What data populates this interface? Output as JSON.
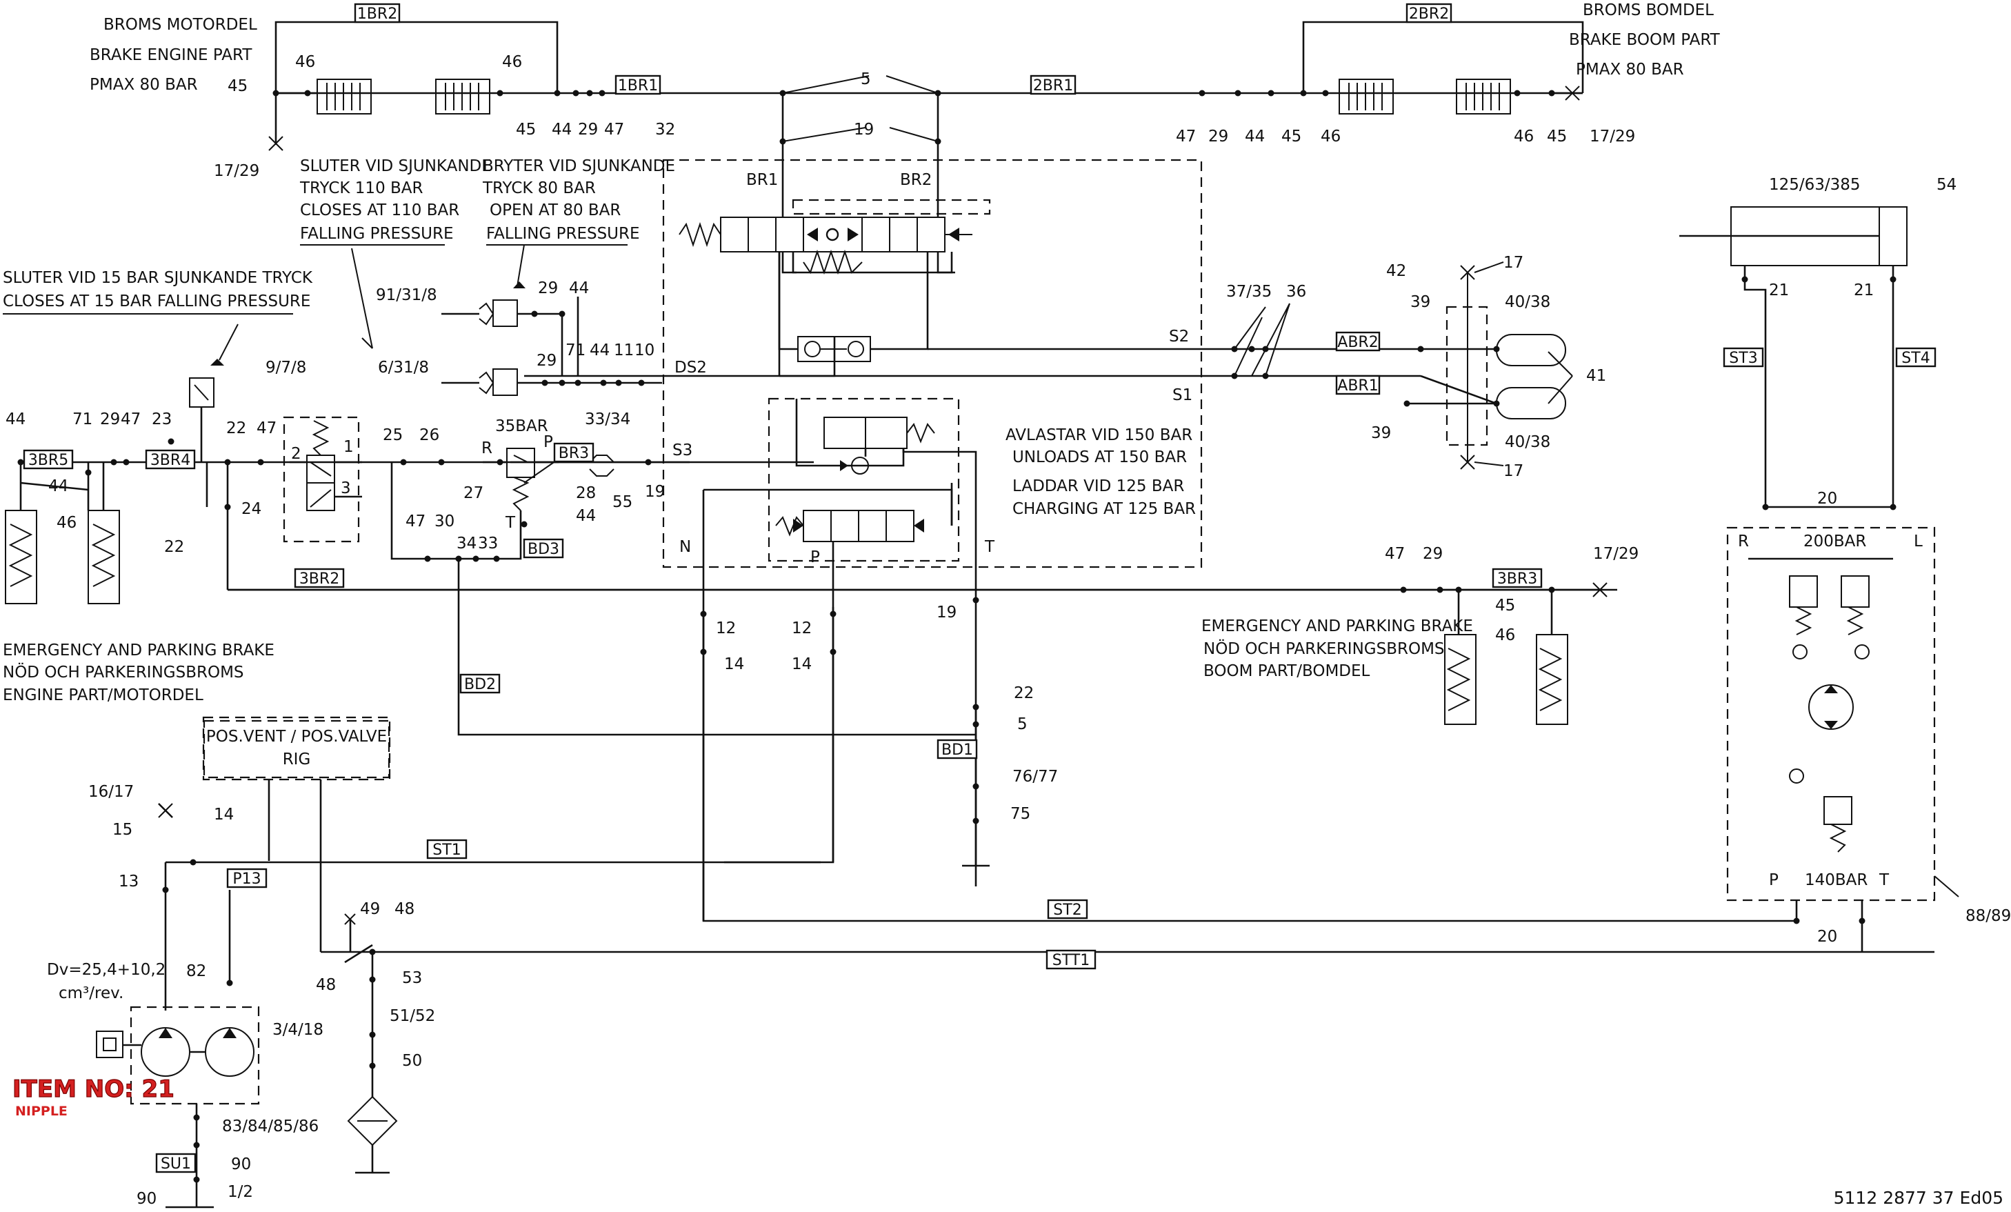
{
  "notes": {
    "brake_engine": [
      "BROMS MOTORDEL",
      "BRAKE ENGINE PART",
      "PMAX 80 BAR"
    ],
    "brake_boom": [
      "BROMS BOMDEL",
      "BRAKE BOOM PART",
      "PMAX 80 BAR"
    ],
    "closes110": [
      "SLUTER VID SJUNKANDE",
      "TRYCK 110 BAR",
      "CLOSES AT 110 BAR",
      "FALLING PRESSURE"
    ],
    "opens80": [
      "BRYTER VID SJUNKANDE",
      "TRYCK 80 BAR",
      "OPEN AT 80 BAR",
      "FALLING PRESSURE"
    ],
    "closes15": [
      "SLUTER VID 15 BAR SJUNKANDE TRYCK",
      "CLOSES AT 15 BAR FALLING PRESSURE"
    ],
    "unload": [
      "AVLASTAR VID 150 BAR",
      "UNLOADS AT 150 BAR",
      "LADDAR VID 125 BAR",
      "CHARGING AT 125 BAR"
    ],
    "emergency_engine": [
      "EMERGENCY AND PARKING BRAKE",
      "NÖD OCH PARKERINGSBROMS",
      "ENGINE PART/MOTORDEL"
    ],
    "emergency_boom": [
      "EMERGENCY AND PARKING BRAKE",
      "NÖD OCH PARKERINGSBROMS",
      "BOOM PART/BOMDEL"
    ],
    "posvalve": [
      "POS.VENT / POS.VALVE",
      "RIG"
    ],
    "displacement": [
      "Dv=25,4+10,2",
      "cm³/rev."
    ],
    "cylinder_dims": "125/63/385",
    "item_no": "ITEM NO: 21",
    "item_sub": "NIPPLE",
    "docnum": "5112 2877 37 Ed05"
  },
  "tags": {
    "t1BR2": "1BR2",
    "t2BR2": "2BR2",
    "t1BR1": "1BR1",
    "t2BR1": "2BR1",
    "tABR2": "ABR2",
    "tABR1": "ABR1",
    "t3BR5": "3BR5",
    "t3BR4": "3BR4",
    "t3BR2": "3BR2",
    "tBR3": "BR3",
    "tBD3": "BD3",
    "tBD2": "BD2",
    "tBD1": "BD1",
    "t3BR3": "3BR3",
    "tST1": "ST1",
    "tST2": "ST2",
    "tSTT1": "STT1",
    "tST3": "ST3",
    "tST4": "ST4",
    "tP13": "P13",
    "tSU1": "SU1"
  },
  "labels": {
    "l45a": "45",
    "l46a": "46",
    "l46b": "46",
    "l1729a": "17/29",
    "l45b": "45",
    "l44a": "44",
    "l29a": "29",
    "l47a": "47",
    "l5": "5",
    "l19a": "19",
    "l32": "32",
    "lBR1": "BR1",
    "lBR2": "BR2",
    "l47b": "47",
    "l29b": "29",
    "l44b": "44",
    "l45c": "45",
    "l46c": "46",
    "l46d": "46",
    "l45d": "45",
    "l1729b": "17/29",
    "l91318": "91/31/8",
    "l6318": "6/31/8",
    "l29c": "29",
    "l44c": "44",
    "l29d": "29",
    "l71a": "71",
    "l44d": "44",
    "l11": "11",
    "l10": "10",
    "lDS2": "DS2",
    "lS2": "S2",
    "lS1": "S1",
    "l3735": "37/35",
    "l36": "36",
    "l42": "42",
    "l17a": "17",
    "l39a": "39",
    "l4038a": "40/38",
    "l41": "41",
    "l39b": "39",
    "l4038b": "40/38",
    "l17b": "17",
    "l978": "9/7/8",
    "l44e": "44",
    "l71b": "71",
    "l29e": "29",
    "l47c": "47",
    "l23": "23",
    "l22a": "22",
    "l47d": "47",
    "l44f": "44",
    "l46e": "46",
    "l2": "2",
    "l1": "1",
    "l3": "3",
    "l24": "24",
    "l22b": "22",
    "l25": "25",
    "l26": "26",
    "l35BAR": "35BAR",
    "lR": "R",
    "lP": "P",
    "lT": "T",
    "l27": "27",
    "l28": "28",
    "l44g": "44",
    "l3334": "33/34",
    "l55": "55",
    "l19b": "19",
    "lS3": "S3",
    "l47e": "47",
    "l30": "30",
    "l34": "34",
    "l33": "33",
    "lN": "N",
    "lP2": "P",
    "lT2": "T",
    "l12a": "12",
    "l14a": "14",
    "l12b": "12",
    "l14b": "14",
    "l19c": "19",
    "l22c": "22",
    "l5b": "5",
    "l7677": "76/77",
    "l75": "75",
    "l47f": "47",
    "l29f": "29",
    "l1729c": "17/29",
    "l45e": "45",
    "l46f": "46",
    "l54": "54",
    "l21a": "21",
    "l21b": "21",
    "l20a": "20",
    "lRr": "R",
    "lLl": "L",
    "l200BAR": "200BAR",
    "l140BAR": "140BAR",
    "lPp": "P",
    "lTt": "T",
    "l8889": "88/89",
    "l20b": "20",
    "l1617": "16/17",
    "l15": "15",
    "l14c": "14",
    "l13": "13",
    "l82": "82",
    "l3418": "3/4/18",
    "l49": "49",
    "l48a": "48",
    "l48b": "48",
    "l53": "53",
    "l5152": "51/52",
    "l50": "50",
    "l83": "83/84/85/86",
    "l90a": "90",
    "l90b": "90",
    "l12c": "1/2"
  },
  "colors": {
    "line": "#111111",
    "item_label": "#d42020"
  }
}
